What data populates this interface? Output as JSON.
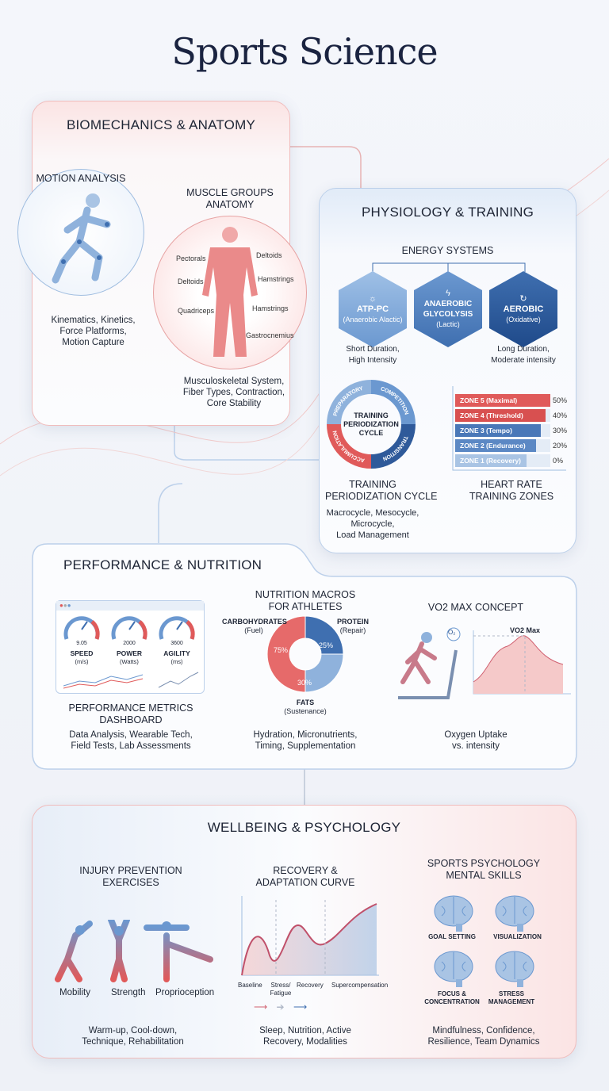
{
  "title": "Sports Science",
  "colors": {
    "red": "#e05a5a",
    "blue": "#3f6fb0",
    "navy": "#1a2340"
  },
  "biomech": {
    "header": "BIOMECHANICS & ANATOMY",
    "motion_title": "MOTION ANALYSIS",
    "motion_desc": [
      "Kinematics, Kinetics,",
      "Force Platforms,",
      "Motion Capture"
    ],
    "muscle_title": [
      "MUSCLE GROUPS",
      "ANATOMY"
    ],
    "muscles": [
      "Pectorals",
      "Deltoids",
      "Deltoids",
      "Hamstrings",
      "Quadriceps",
      "Hamstrings",
      "Gastrocnemius"
    ],
    "muscle_desc": [
      "Musculoskeletal System,",
      "Fiber Types, Contraction,",
      "Core Stability"
    ]
  },
  "physio": {
    "header": "PHYSIOLOGY & TRAINING",
    "energy_title": "ENERGY SYSTEMS",
    "systems": [
      {
        "name": "ATP-PC",
        "sub": "(Anaerobic Alactic)",
        "icon": "sun-icon"
      },
      {
        "name": "ANAEROBIC GLYCOLYSIS",
        "sub": "(Lactic)",
        "icon": "lightning-icon"
      },
      {
        "name": "AEROBIC",
        "sub": "(Oxidative)",
        "icon": "cycle-icon"
      }
    ],
    "short": [
      "Short Duration,",
      "High Intensity"
    ],
    "long": [
      "Long Duration,",
      "Moderate intensity"
    ],
    "cycle_center": [
      "TRAINING",
      "PERIODIZATION",
      "CYCLE"
    ],
    "cycle_phases": [
      "PREPARATORY",
      "COMPETITION",
      "TRANSITION",
      "ACCUMULATION"
    ],
    "zones": [
      {
        "label": "ZONE 5 (Maximal)",
        "pct": "50%",
        "value": 50,
        "color": "#e05a5a"
      },
      {
        "label": "ZONE 4 (Threshold)",
        "pct": "40%",
        "value": 40,
        "color": "#d85050"
      },
      {
        "label": "ZONE 3 (Tempo)",
        "pct": "30%",
        "value": 30,
        "color": "#4a78b8"
      },
      {
        "label": "ZONE 2 (Endurance)",
        "pct": "20%",
        "value": 20,
        "color": "#5b88c4"
      },
      {
        "label": "ZONE 1 (Recovery)",
        "pct": "0%",
        "value": 0,
        "color": "#a9c4e4"
      }
    ],
    "cycle_title": [
      "TRAINING",
      "PERIODIZATION CYCLE"
    ],
    "cycle_desc": [
      "Macrocycle, Mesocycle,",
      "Microcycle,",
      "Load Management"
    ],
    "zones_title": [
      "HEART RATE",
      "TRAINING ZONES"
    ]
  },
  "perf": {
    "header": "PERFORMANCE & NUTRITION",
    "gauges": [
      {
        "value": "9.05",
        "label": "SPEED",
        "unit": "(m/s)"
      },
      {
        "value": "2000",
        "label": "POWER",
        "unit": "(Watts)"
      },
      {
        "value": "3600",
        "label": "AGILITY",
        "unit": "(ms)"
      }
    ],
    "dash_title": [
      "PERFORMANCE METRICS",
      "DASHBOARD"
    ],
    "dash_desc": [
      "Data Analysis, Wearable Tech,",
      "Field Tests, Lab Assessments"
    ],
    "nutri_title": [
      "NUTRITION MACROS",
      "FOR ATHLETES"
    ],
    "macros": [
      {
        "name": "CARBOHYDRATES",
        "sub": "(Fuel)",
        "pct": "75%",
        "value": 50,
        "color": "#e66a6a"
      },
      {
        "name": "PROTEIN",
        "sub": "(Repair)",
        "pct": "25%",
        "value": 25,
        "color": "#3f6fb0"
      },
      {
        "name": "FATS",
        "sub": "(Sustenance)",
        "pct": "30%",
        "value": 25,
        "color": "#8fb2dc"
      }
    ],
    "nutri_desc": [
      "Hydration, Micronutrients,",
      "Timing, Supplementation"
    ],
    "vo2_title": "VO2 MAX CONCEPT",
    "vo2_peak": "VO2 Max",
    "o2": "O₂",
    "vo2_desc": [
      "Oxygen Uptake",
      "vs. intensity"
    ]
  },
  "well": {
    "header": "WELLBEING & PSYCHOLOGY",
    "injury_title": [
      "INJURY PREVENTION",
      "EXERCISES"
    ],
    "exercises": [
      "Mobility",
      "Strength",
      "Proprioception"
    ],
    "injury_desc": [
      "Warm-up, Cool-down,",
      "Technique, Rehabilitation"
    ],
    "recovery_title": [
      "RECOVERY &",
      "ADAPTATION CURVE"
    ],
    "phases": [
      "Baseline",
      "Stress/ Fatigue",
      "Recovery",
      "Supercompensation"
    ],
    "recovery_desc": [
      "Sleep, Nutrition, Active",
      "Recovery, Modalities"
    ],
    "psych_title": [
      "SPORTS PSYCHOLOGY",
      "MENTAL SKILLS"
    ],
    "skills": [
      "GOAL SETTING",
      "VISUALIZATION",
      "FOCUS & CONCENTRATION",
      "STRESS MANAGEMENT"
    ],
    "psych_desc": [
      "Mindfulness, Confidence,",
      "Resilience, Team Dynamics"
    ]
  }
}
